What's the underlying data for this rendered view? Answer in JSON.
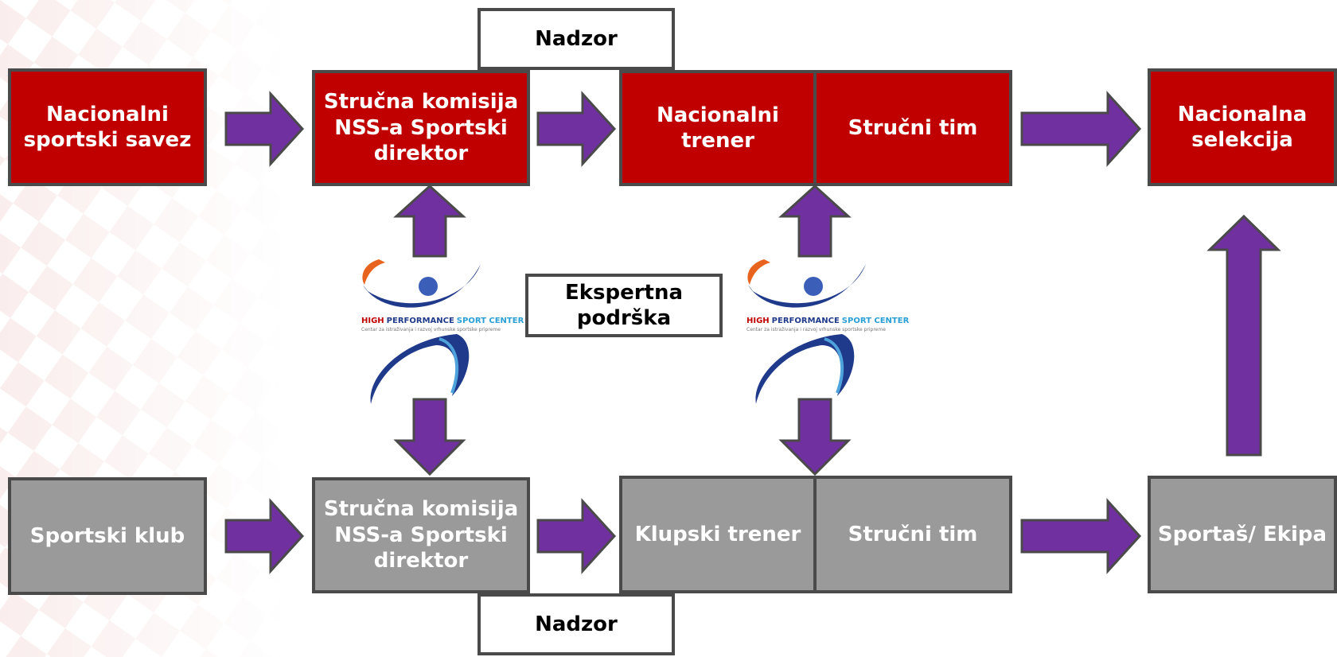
{
  "colors": {
    "national": "#c00000",
    "club": "#9a9a9a",
    "arrow": "#7030a0",
    "border": "#4a4a4a"
  },
  "nodes": {
    "nadzor_top": "Nadzor",
    "nacionalni_savez": "Nacionalni sportski savez",
    "komisija_top": "Stručna komisija NSS-a Sportski direktor",
    "nacionalni_trener": "Nacionalni trener",
    "strucni_tim_top": "Stručni tim",
    "nacionalna_selekcija": "Nacionalna selekcija",
    "ekspertna_podrska": "Ekspertna podrška",
    "sportski_klub": "Sportski klub",
    "komisija_bottom": "Stručna komisija NSS-a Sportski direktor",
    "klupski_trener": "Klupski trener",
    "strucni_tim_bottom": "Stručni tim",
    "sportas_ekipa": "Sportaš/ Ekipa",
    "nadzor_bottom": "Nadzor"
  },
  "logo": {
    "brand_high": "HIGH",
    "brand_performance": "PERFORMANCE",
    "brand_sport_center": "SPORT CENTER",
    "tagline": "Centar za istraživanja i razvoj vrhunske sportske pripreme"
  }
}
